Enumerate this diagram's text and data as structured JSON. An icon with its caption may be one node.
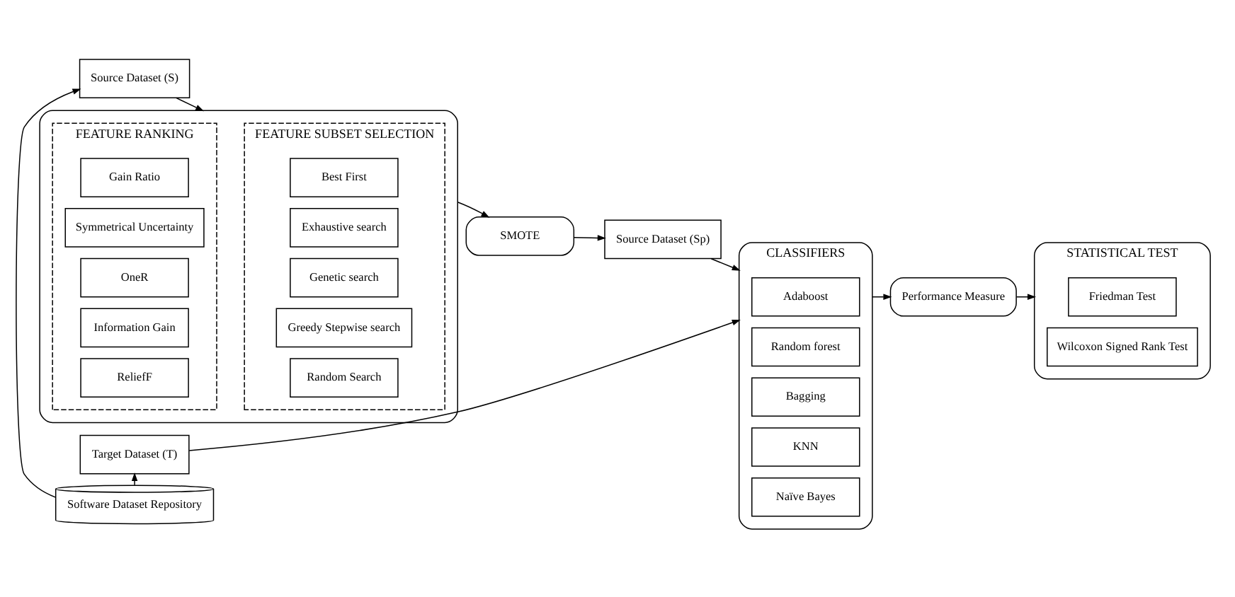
{
  "diagram": {
    "nodes": [
      {
        "text": [
          "Source Dataset (S)"
        ]
      },
      {
        "text": [
          "Software Dataset Repository"
        ]
      },
      {
        "text": [
          "Target Dataset (T)"
        ]
      },
      {
        "text": [],
        "shape": "box"
      },
      {
        "text": [
          "FEATURE SUBSET SELECTION"
        ],
        "in": 3
      },
      {
        "text": [
          "Best First"
        ],
        "in": 4
      },
      {
        "text": [
          "Exhaustive search"
        ],
        "in": 4
      },
      {
        "text": [
          "Genetic search"
        ],
        "in": 4
      },
      {
        "text": [
          "Greedy Stepwise search"
        ],
        "in": 4
      },
      {
        "text": [
          "Random Search"
        ],
        "in": 4
      },
      {
        "text": [
          "FEATURE RANKING"
        ],
        "in": 3
      },
      {
        "text": [
          "Gain Ratio"
        ],
        "in": 10
      },
      {
        "text": [
          "Symmetrical Uncertainty"
        ],
        "in": 10
      },
      {
        "text": [
          "OneR"
        ],
        "in": 10
      },
      {
        "text": [
          "Information Gain"
        ],
        "in": 10
      },
      {
        "text": [
          "ReliefF"
        ],
        "in": 10
      },
      {
        "text": [
          "SMOTE"
        ]
      },
      {
        "text": [
          "Source Dataset (Sp)"
        ]
      },
      {
        "text": [
          "CLASSIFIERS"
        ]
      },
      {
        "text": [
          "Adaboost"
        ],
        "in": 18
      },
      {
        "text": [
          "Random forest"
        ],
        "in": 18
      },
      {
        "text": [
          "Bagging"
        ],
        "in": 18
      },
      {
        "text": [
          "KNN"
        ],
        "in": 18
      },
      {
        "text": [
          "Naïve Bayes"
        ],
        "in": 18
      },
      {
        "text": [
          "Performance Measure"
        ]
      },
      {
        "text": [
          "STATISTICAL TEST"
        ]
      },
      {
        "text": [
          "Friedman Test"
        ],
        "in": 25
      },
      {
        "text": [
          "Wilcoxon Signed Rank Test"
        ],
        "in": 25
      }
    ],
    "edges": [
      {
        "from": 1,
        "to": 0,
        "arrow": "to"
      },
      {
        "from": 1,
        "to": 2,
        "arrow": "to"
      },
      {
        "from": 0,
        "to": 3,
        "arrow": "to"
      },
      {
        "from": 3,
        "to": 16,
        "arrow": "to"
      },
      {
        "from": 16,
        "to": 17,
        "arrow": "to"
      },
      {
        "from": 17,
        "to": 18,
        "arrow": "to"
      },
      {
        "from": 2,
        "to": 18,
        "arrow": "to"
      },
      {
        "from": 18,
        "to": 24,
        "arrow": "to"
      },
      {
        "from": 24,
        "to": 25,
        "arrow": "to"
      }
    ]
  }
}
